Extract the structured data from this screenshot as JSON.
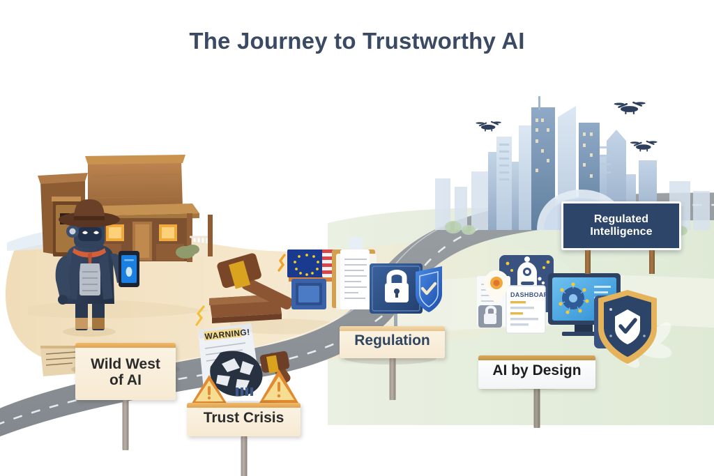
{
  "page": {
    "title": "The Journey to Trustworthy AI",
    "background_color": "#ffffff",
    "title_color": "#3a4a62"
  },
  "scene": {
    "description": "Illustrated roadmap from a desert Wild West scene on the left to a regulated modern smart city on the right, connected by a winding road with milestone signposts.",
    "left_ground_color": "#f3e3c4",
    "right_ground_color": "#e6efdd",
    "road_color": "#8e9498",
    "sky_color": "#ffffff"
  },
  "signposts": [
    {
      "id": "wild-west",
      "label": "Wild West\nof AI",
      "style": "cream",
      "font_size": 21
    },
    {
      "id": "trust-crisis",
      "label": "Trust Crisis",
      "style": "cream",
      "font_size": 21
    },
    {
      "id": "regulation",
      "label": "Regulation",
      "style": "cream-navy",
      "font_size": 21
    },
    {
      "id": "ai-by-design",
      "label": "AI by Design",
      "style": "white",
      "font_size": 21
    }
  ],
  "billboard": {
    "label": "Regulated\nIntelligence",
    "panel_color": "#2c4568",
    "text_color": "#ffffff",
    "border_color": "#ffffff"
  },
  "elements": {
    "saloon": {
      "name": "Wild West saloon building",
      "colors": [
        "#a9713f",
        "#8a5a31",
        "#c89a63"
      ]
    },
    "cowboy_robot": {
      "name": "Robot cowboy with hat holding smartphone",
      "hat_color": "#5a3521",
      "body_color": "#2e3d54",
      "bandana_color": "#d4603a",
      "phone_screen_color": "#1a7fe0"
    },
    "gavel": {
      "name": "Judge gavel with impact sparks",
      "wood_color": "#8b5433",
      "band_color": "#d9a21f",
      "spark_color": "#f2a42a"
    },
    "warning_newspaper": {
      "name": "Newspaper with WARNING headline and broken shape",
      "headline": "WARNING!"
    },
    "warning_triangles": {
      "name": "Hazard warning triangles",
      "count": 2,
      "fill": "#f5d98c",
      "stroke": "#e08a32"
    },
    "flags": {
      "name": "EU and US flags",
      "eu_color": "#1a3a8f",
      "eu_star_color": "#f5d020",
      "us_stripe_color": "#d8454b"
    },
    "compliance_documents": {
      "name": "Stacked compliance documents and clipboard"
    },
    "padlock_sign": {
      "name": "Blue padlock security sign",
      "color": "#2c4f8a"
    },
    "shield_check_blue": {
      "name": "Blue shield with checkmark",
      "color": "#2d6bd4"
    },
    "robot_panel": {
      "name": "AI robot icon panel",
      "color": "#3a527f"
    },
    "dashboard_doc": {
      "name": "Dashboard report document",
      "heading": "DASHBOARD"
    },
    "monitor": {
      "name": "Monitor showing AI governance dashboard",
      "screen_color": "#3aa6e8"
    },
    "shield_check_gold": {
      "name": "Navy shield with gold border and white checkmark",
      "border_color": "#e5b35b",
      "fill": "#2c4468"
    },
    "location_pin": {
      "name": "Location pin marker",
      "color": "#f0a83c"
    },
    "padlock_small": {
      "name": "Small grey padlock icon",
      "color": "#7b8796"
    },
    "city_skyline": {
      "name": "Modern smart city skyline",
      "colors": [
        "#c8d6e6",
        "#9fb6cf",
        "#5d7ea6"
      ]
    },
    "drones": {
      "name": "Flying delivery drones",
      "count": 3,
      "color": "#2d3f5c"
    }
  }
}
